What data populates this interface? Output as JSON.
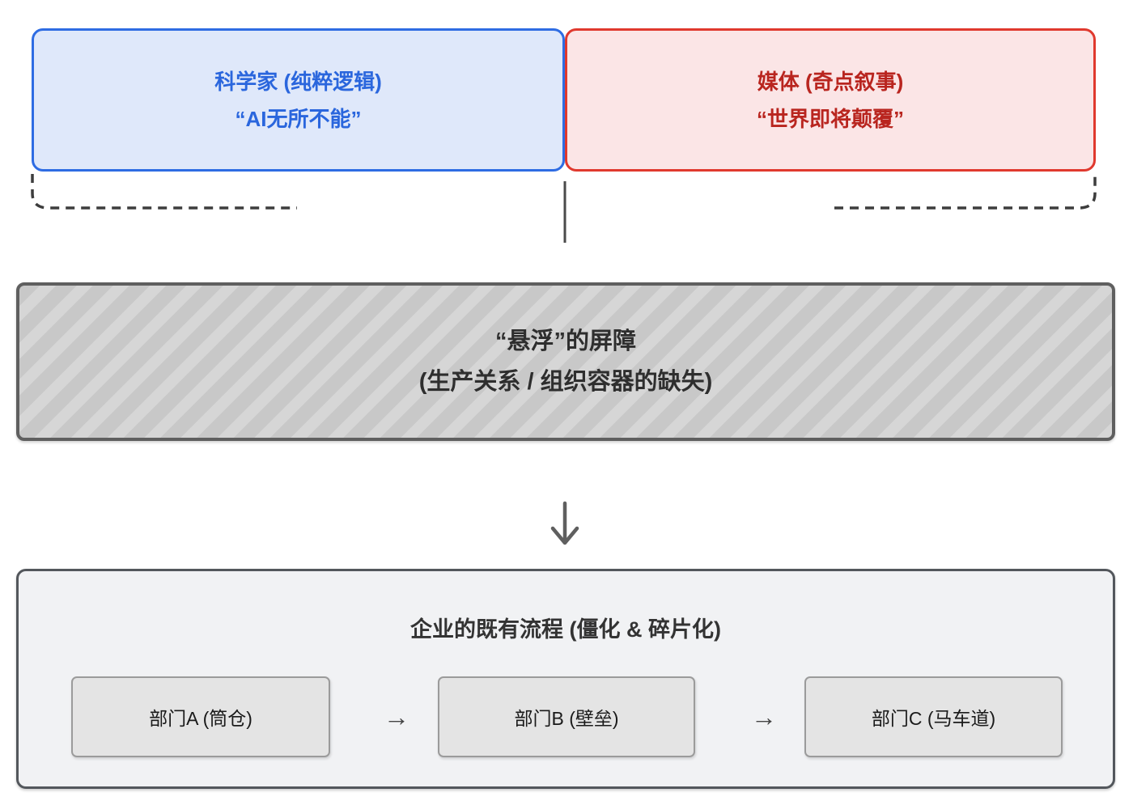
{
  "top": {
    "scientist": {
      "line1": "科学家 (纯粹逻辑)",
      "line2": "“AI无所不能”"
    },
    "media": {
      "line1": "媒体 (奇点叙事)",
      "line2": "“世界即将颠覆”"
    }
  },
  "barrier": {
    "line1": "“悬浮”的屏障",
    "line2": "(生产关系 / 组织容器的缺失)"
  },
  "enterprise": {
    "title": "企业的既有流程 (僵化 & 碎片化)",
    "arrow": "→",
    "departments": [
      {
        "label": "部门A (筒仓)"
      },
      {
        "label": "部门B (壁垒)"
      },
      {
        "label": "部门C (马车道)"
      }
    ]
  },
  "colors": {
    "blue-border": "#2e6ce3",
    "blue-fill": "#dfe8fa",
    "blue-text": "#2a66dd",
    "red-border": "#e0392e",
    "red-fill": "#fbe5e6",
    "red-text": "#b9251f",
    "line-color": "#3d3d3d",
    "arrow-color": "#5f5f5f",
    "hatch-dark": "#c8c8c8",
    "hatch-light": "#d6d6d6",
    "barrier-border": "#5f5f5f",
    "barrier-text": "#2e2e2e",
    "ent-fill": "#f1f2f4",
    "ent-border": "#53575c",
    "ent-text": "#333333",
    "dept-fill": "#e4e4e4",
    "dept-border": "#9b9b9b",
    "dept-text": "#1a1a1a"
  }
}
